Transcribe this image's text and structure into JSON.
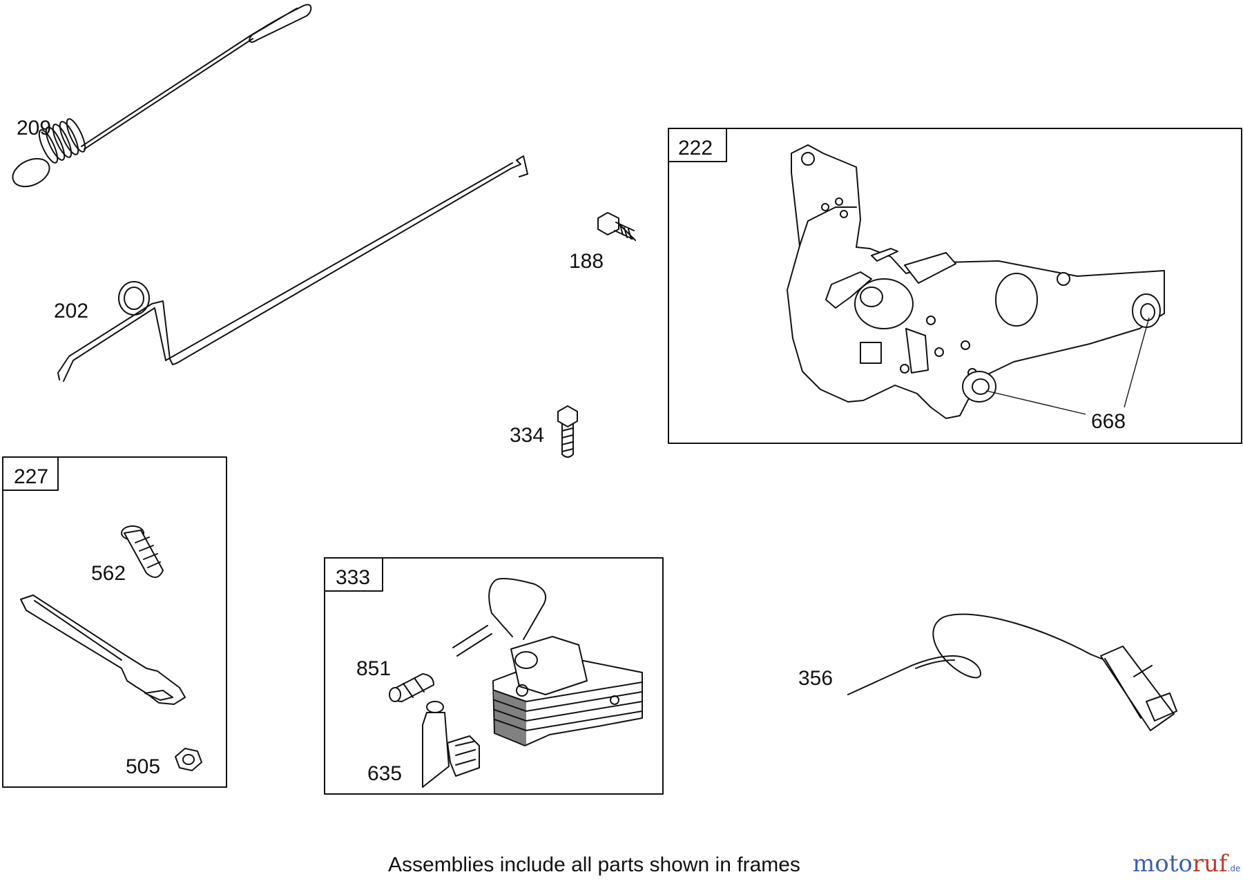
{
  "labels": {
    "p209": "209",
    "p202": "202",
    "p188": "188",
    "p334": "334",
    "p222": "222",
    "p668": "668",
    "p227": "227",
    "p562": "562",
    "p505": "505",
    "p333": "333",
    "p851": "851",
    "p635": "635",
    "p356": "356"
  },
  "caption": "Assemblies include all parts shown in frames",
  "watermark": {
    "text_main": "moto",
    "text_accent": "ruf",
    "text_tld": ".de"
  }
}
